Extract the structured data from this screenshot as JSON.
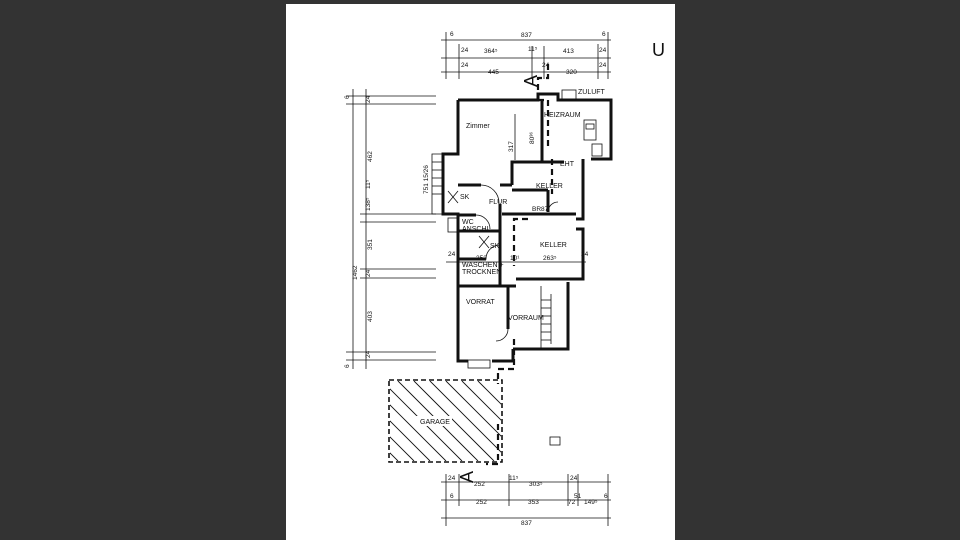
{
  "title": "U",
  "rooms": {
    "zimmer": "Zimmer",
    "heizraum": "HEIZRAUM",
    "zuluft": "ZULUFT",
    "keller_upper": "KELLER",
    "keller_lower": "KELLER",
    "flur": "FLUR",
    "wc": "WC",
    "anschl": "ANSCHL.",
    "waschen": "WASCHEN +",
    "trocknen": "TROCKNEN",
    "vorrat": "VORRAT",
    "vorraum": "VORRAUM",
    "garage": "GARAGE",
    "sk1": "SK",
    "sk2": "SK",
    "eht": "EHT",
    "br": "BR87",
    "stair_label": "751 15/26"
  },
  "section_marker": "A",
  "dims_top": {
    "row1": [
      "6",
      "837",
      "6"
    ],
    "row2": [
      "24",
      "364⁵",
      "11⁵",
      "413",
      "24"
    ],
    "row3": [
      "24",
      "445",
      "24",
      "320",
      "24"
    ]
  },
  "dims_left": [
    "6",
    "24",
    "462",
    "11⁵",
    "138⁵",
    "351",
    "1462",
    "24",
    "403",
    "24",
    "6"
  ],
  "dims_bottom": {
    "row1": [
      "24",
      "252",
      "11⁵",
      "303⁵",
      "24"
    ],
    "row2": [
      "6",
      "252",
      "353",
      "51",
      "72",
      "149⁵",
      "6"
    ],
    "row3": [
      "837"
    ]
  },
  "dims_inner": [
    "317",
    "80³⁶",
    "252",
    "10¹",
    "263⁵",
    "24",
    "24"
  ]
}
